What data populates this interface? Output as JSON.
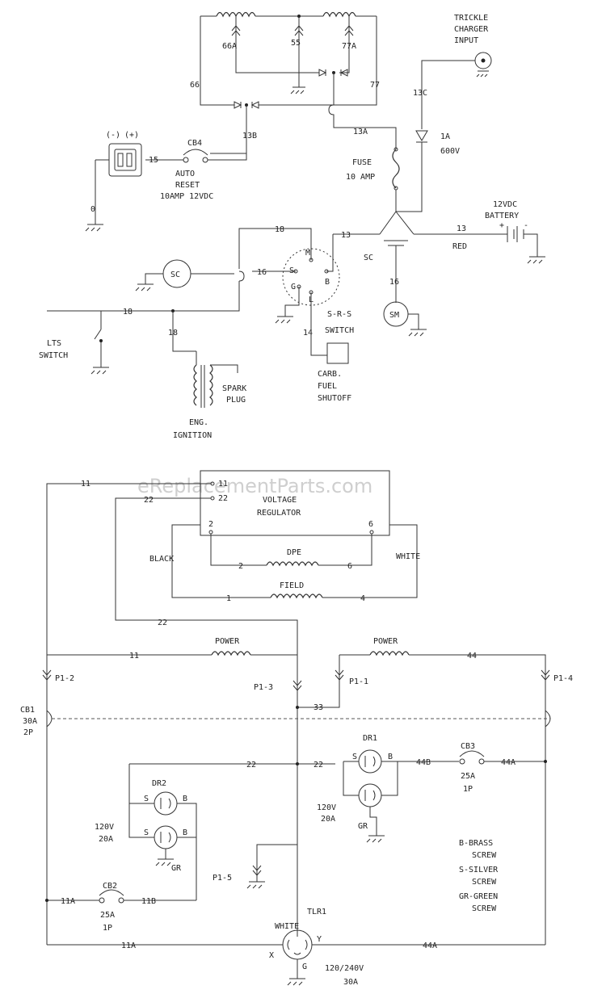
{
  "watermark": "eReplacementParts.com",
  "top": {
    "stator_66a": "66A",
    "stator_55": "55",
    "stator_77a": "77A",
    "wire_66": "66",
    "wire_77": "77",
    "wire_13b": "13B",
    "wire_13a": "13A",
    "wire_13c": "13C",
    "wire_15": "15",
    "wire_0": "0",
    "wire_18a": "18",
    "wire_18b": "18",
    "wire_18c": "18",
    "wire_16a": "16",
    "wire_16b": "16",
    "wire_13d": "13",
    "wire_13e": "13",
    "wire_14": "14",
    "wire_1a": "1A",
    "v_600": "600V",
    "trickle_1": "TRICKLE",
    "trickle_2": "CHARGER",
    "trickle_3": "INPUT",
    "fuse_1": "FUSE",
    "fuse_2": "10 AMP",
    "cb4": "CB4",
    "cb4_1": "AUTO",
    "cb4_2": "RESET",
    "cb4_3": "10AMP 12VDC",
    "plug_minus": "(-)",
    "plug_plus": "(+)",
    "battery_1": "12VDC",
    "battery_2": "BATTERY",
    "batt_plus": "+",
    "batt_minus": "-",
    "red": "RED",
    "sc_label": "SC",
    "sc_motor": "SC",
    "sm": "SM",
    "srs_m": "M",
    "srs_s": "S",
    "srs_b": "B",
    "srs_g": "G",
    "srs_l": "L",
    "srs_1": "S-R-S",
    "srs_2": "SWITCH",
    "lts_1": "LTS",
    "lts_2": "SWITCH",
    "spark_1": "SPARK",
    "spark_2": "PLUG",
    "eng_1": "ENG.",
    "eng_2": "IGNITION",
    "carb_1": "CARB.",
    "carb_2": "FUEL",
    "carb_3": "SHUTOFF"
  },
  "bottom": {
    "w11": "11",
    "w22": "22",
    "vr_t11": "11",
    "vr_t22": "22",
    "vr_1": "VOLTAGE",
    "vr_2": "REGULATOR",
    "vr_2t": "2",
    "vr_6t": "6",
    "black": "BLACK",
    "white": "WHITE",
    "dpe": "DPE",
    "dpe_2": "2",
    "dpe_6": "6",
    "field": "FIELD",
    "field_1": "1",
    "field_4": "4",
    "w22b": "22",
    "power_l": "POWER",
    "power_r": "POWER",
    "w11b": "11",
    "w44": "44",
    "p12": "P1-2",
    "p13": "P1-3",
    "p11": "P1-1",
    "p14": "P1-4",
    "w33": "33",
    "cb1_1": "CB1",
    "cb1_2": "30A",
    "cb1_3": "2P",
    "dr1": "DR1",
    "dr1_s": "S",
    "dr1_b": "B",
    "dr1_gr": "GR",
    "dr1_v": "120V",
    "dr1_a": "20A",
    "w22c": "22",
    "w22d": "22",
    "w44b": "44B",
    "w44a": "44A",
    "cb3": "CB3",
    "cb3_a": "25A",
    "cb3_p": "1P",
    "dr2": "DR2",
    "dr2_s1": "S",
    "dr2_b1": "B",
    "dr2_s2": "S",
    "dr2_b2": "B",
    "dr2_gr": "GR",
    "dr2_v": "120V",
    "dr2_a": "20A",
    "p15": "P1-5",
    "cb2": "CB2",
    "cb2_a": "25A",
    "cb2_p": "1P",
    "w11a": "11A",
    "w11b2": "11B",
    "w11a2": "11A",
    "w44a2": "44A",
    "tlr1": "TLR1",
    "tlr_white": "WHITE",
    "tlr_x": "X",
    "tlr_y": "Y",
    "tlr_g": "G",
    "tlr_v": "120/240V",
    "tlr_a": "30A",
    "legend_1": "B-BRASS",
    "legend_2": "SCREW",
    "legend_3": "S-SILVER",
    "legend_4": "SCREW",
    "legend_5": "GR-GREEN",
    "legend_6": "SCREW"
  }
}
